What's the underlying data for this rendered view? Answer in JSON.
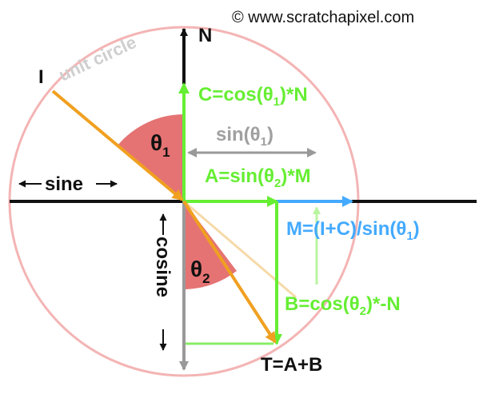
{
  "copyright": "© www.scratchapixel.com",
  "labels": {
    "unit_circle": "unit circle",
    "N": "N",
    "I": "I",
    "theta": "θ",
    "sub1": "1",
    "sub2": "2",
    "sine": "sine",
    "cosine": "cosine",
    "T": "T=A+B"
  },
  "formulas": {
    "C": {
      "p1": "C=cos(θ",
      "sub": "1",
      "p2": ")*N"
    },
    "sin1": {
      "p1": "sin(θ",
      "sub": "1",
      "p2": ")"
    },
    "A": {
      "p1": "A=sin(θ",
      "sub": "2",
      "p2": ")*M"
    },
    "M": {
      "p1": "M=(I+C)/sin(θ",
      "sub": "1",
      "p2": ")"
    },
    "B": {
      "p1": "B=cos(θ",
      "sub": "2",
      "p2": ")*-N"
    }
  },
  "colors": {
    "circle": "#f4a8a8",
    "angle_fill": "#e57373",
    "green": "#66ee33",
    "blue": "#44aaff",
    "orange": "#f0a020",
    "gray": "#999999",
    "black": "#111111"
  }
}
